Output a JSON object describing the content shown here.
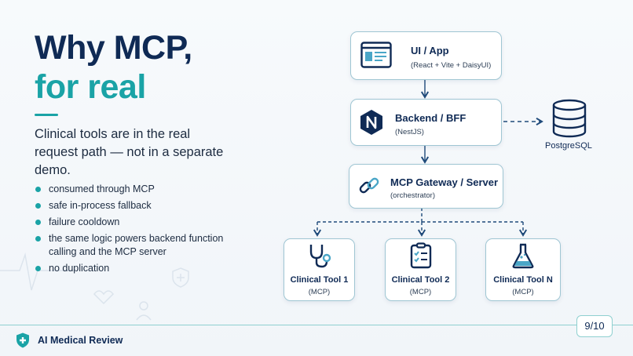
{
  "slide": {
    "title_line1": "Why MCP,",
    "title_line2": "for real",
    "lede": "Clinical tools are in the real request path — not in a separate demo.",
    "bullets": [
      "consumed through MCP",
      "safe in-process fallback",
      "failure cooldown",
      "the same logic powers backend function calling and the MCP server",
      "no duplication"
    ],
    "page": "9/10"
  },
  "footer": {
    "brand": "AI Medical Review"
  },
  "diagram": {
    "nodes": {
      "ui": {
        "title": "UI / App",
        "subtitle": "(React + Vite + DaisyUI)",
        "icon": "browser-window-icon"
      },
      "backend": {
        "title": "Backend / BFF",
        "subtitle": "(NestJS)",
        "icon": "nestjs-logo-icon"
      },
      "postgres": {
        "label": "PostgreSQL",
        "icon": "database-icon"
      },
      "gateway": {
        "title": "MCP Gateway / Server",
        "subtitle": "(orchestrator)",
        "icon": "link-icon"
      },
      "tool1": {
        "title": "Clinical Tool 1",
        "subtitle": "(MCP)",
        "icon": "stethoscope-icon"
      },
      "tool2": {
        "title": "Clinical Tool 2",
        "subtitle": "(MCP)",
        "icon": "clipboard-checklist-icon"
      },
      "toolN": {
        "title": "Clinical Tool N",
        "subtitle": "(MCP)",
        "icon": "flask-icon"
      }
    }
  },
  "colors": {
    "navy": "#0f2a55",
    "teal": "#1aa3a6",
    "border": "#9fc6d3",
    "arrow": "#1f4a7a"
  }
}
